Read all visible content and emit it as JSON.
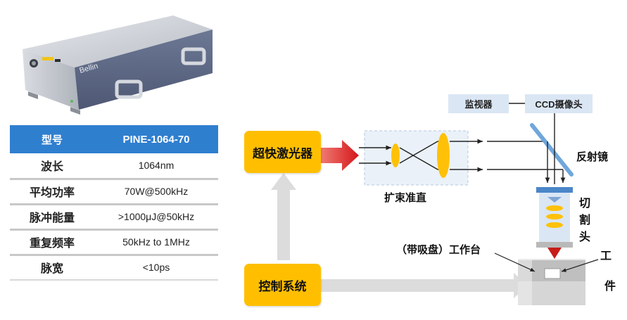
{
  "product": {
    "brand_mark": "Bellin"
  },
  "spec_table": {
    "header": {
      "label": "型号",
      "value": "PINE-1064-70"
    },
    "rows": [
      {
        "label": "波长",
        "value": "1064nm"
      },
      {
        "label": "平均功率",
        "value": "70W@500kHz"
      },
      {
        "label": "脉冲能量",
        "value": ">1000μJ@50kHz"
      },
      {
        "label": "重复频率",
        "value": "50kHz to 1MHz"
      },
      {
        "label": "脉宽",
        "value": "<10ps"
      }
    ]
  },
  "diagram": {
    "laser": "超快激光器",
    "controller": "控制系统",
    "beam_expander": "扩束准直",
    "monitor": "监视器",
    "camera": "CCD摄像头",
    "mirror": "反射镜",
    "cutting_head": [
      "切",
      "割",
      "头"
    ],
    "stage": "（带吸盘）工作台",
    "workpiece": [
      "工",
      "件"
    ]
  },
  "colors": {
    "header_blue": "#2f7fcf",
    "box_orange": "#ffbf00",
    "beam_red": "#e0211b",
    "light_blue": "#dae6f4",
    "arrow_gray": "#dcdcdc"
  }
}
